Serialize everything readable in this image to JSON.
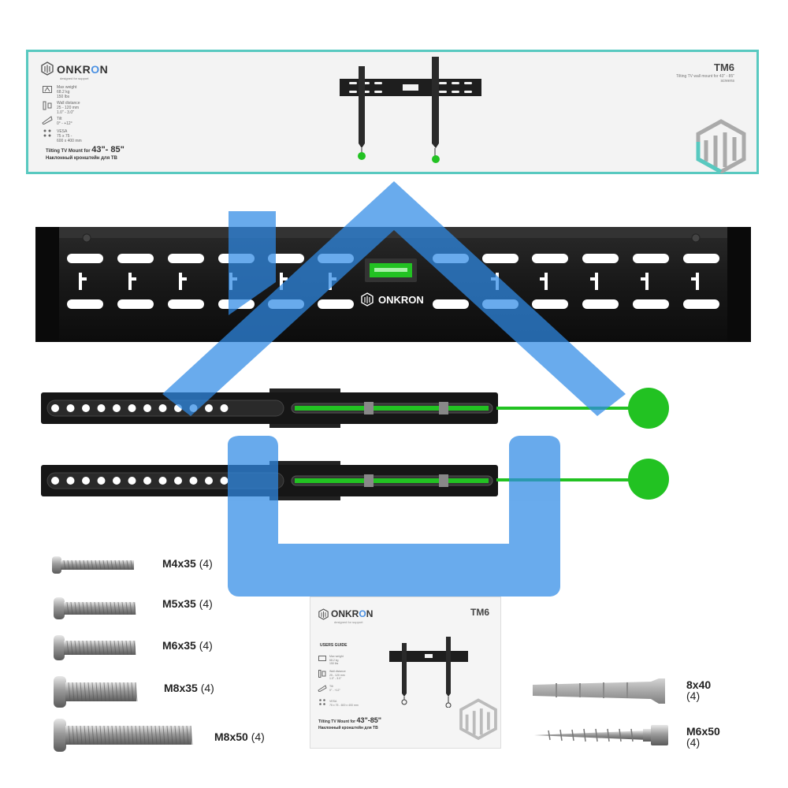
{
  "box": {
    "brand_prefix": "ONKR",
    "brand_highlight": "O",
    "brand_suffix": "N",
    "tagline": "designed for support",
    "model": "TM6",
    "model_subtitle": "Tilting TV wall mount for 43\" - 85\" screens",
    "title_prefix": "Tilting TV Mount for",
    "title_size": "43\"- 85\"",
    "title_ru": "Наклонный кронштейн для ТВ",
    "spec_weight": [
      "Max weight",
      "68.2 kg",
      "150 lbs"
    ],
    "spec_distance": [
      "Wall distance",
      "25 - 120 mm",
      "1.0\" - 3.0\""
    ],
    "spec_tilt": [
      "Tilt",
      "0° - +12°"
    ],
    "spec_vesa": [
      "VESA",
      "75 x 75 -",
      "600 x 400 mm"
    ]
  },
  "wall_plate": {
    "brand": "ONKRON"
  },
  "screws": [
    {
      "size": "M4x35",
      "qty": "(4)"
    },
    {
      "size": "M5x35",
      "qty": "(4)"
    },
    {
      "size": "M6x35",
      "qty": "(4)"
    },
    {
      "size": "M8x35",
      "qty": "(4)"
    },
    {
      "size": "M8x50",
      "qty": "(4)"
    }
  ],
  "manual": {
    "brand_prefix": "ONKR",
    "brand_highlight": "O",
    "brand_suffix": "N",
    "tagline": "designed for support",
    "model": "TM6",
    "guide": "USERS GUIDE",
    "title_prefix": "Tilting TV Mount for",
    "title_size": "43\"-85\"",
    "title_ru": "Наклонный кронштейн для ТВ",
    "spec_weight": [
      "Max weight",
      "68.2 kg",
      "150 lbs"
    ],
    "spec_distance": [
      "Wall distance",
      "25 - 120 mm",
      "1.0\" - 3.0\""
    ],
    "spec_tilt": [
      "Tilt",
      "0° - +12°"
    ],
    "spec_vesa": [
      "VESA",
      "75 x 75 - 600 x 400 mm"
    ]
  },
  "anchors": [
    {
      "size": "8x40",
      "qty": "(4)"
    },
    {
      "size": "M6x50",
      "qty": "(4)"
    }
  ],
  "colors": {
    "accent_teal": "#58c9c0",
    "green": "#22c222",
    "overlay_blue": "#2f8ae6",
    "metal": "#1c1c1c"
  }
}
